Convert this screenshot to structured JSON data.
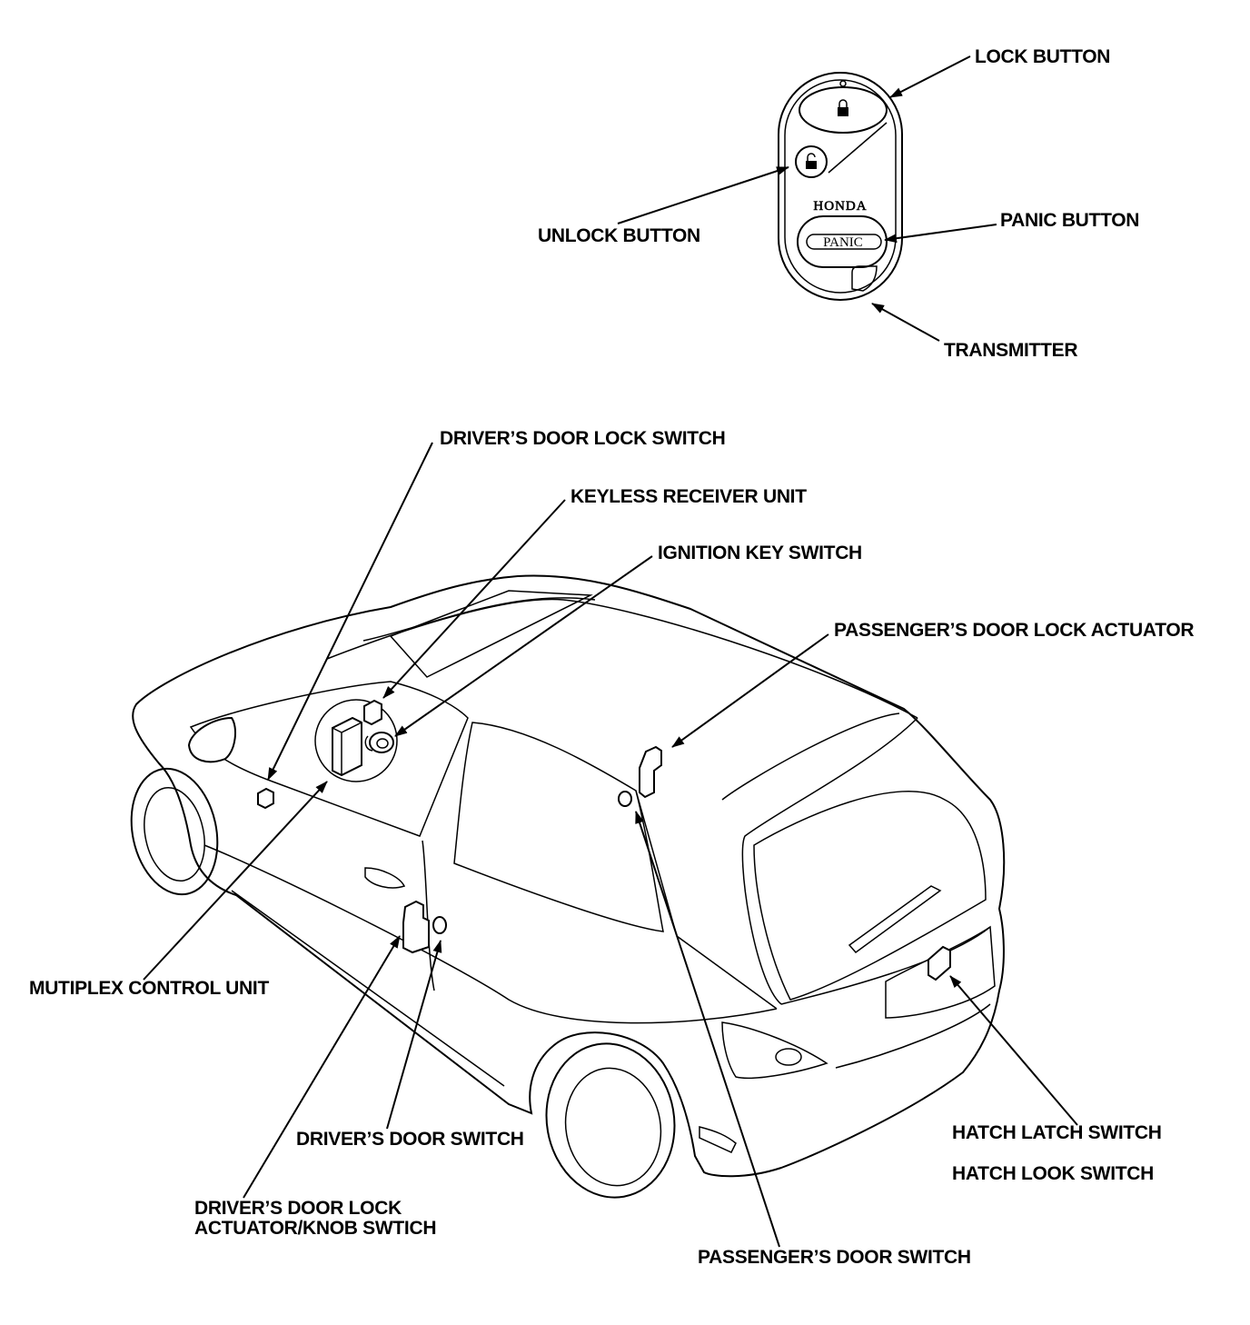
{
  "fob": {
    "brand": "HONDA",
    "panic_label": "PANIC"
  },
  "labels": {
    "lock_button": "LOCK BUTTON",
    "unlock_button": "UNLOCK BUTTON",
    "panic_button": "PANIC BUTTON",
    "transmitter": "TRANSMITTER",
    "drivers_door_lock_switch": "DRIVER’S DOOR LOCK SWITCH",
    "keyless_receiver_unit": "KEYLESS RECEIVER UNIT",
    "ignition_key_switch": "IGNITION KEY SWITCH",
    "passengers_door_lock_actuator": "PASSENGER’S DOOR LOCK ACTUATOR",
    "multiplex_control_unit": "MUTIPLEX CONTROL UNIT",
    "drivers_door_switch": "DRIVER’S DOOR SWITCH",
    "drivers_door_lock_actuator_line1": "DRIVER’S DOOR LOCK",
    "drivers_door_lock_actuator_line2": "ACTUATOR/KNOB SWTICH",
    "hatch_latch_switch": "HATCH LATCH SWITCH",
    "hatch_look_switch": "HATCH LOOK SWITCH",
    "passengers_door_switch": "PASSENGER’S DOOR SWITCH"
  }
}
